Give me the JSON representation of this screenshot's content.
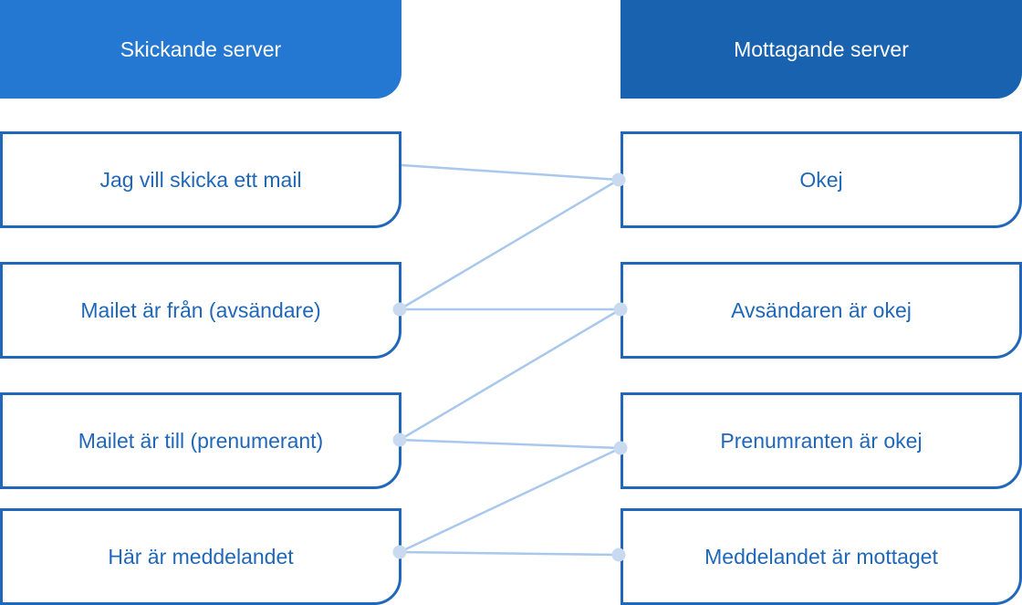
{
  "sending_server": {
    "title": "Skickande server",
    "messages": [
      "Jag vill skicka ett mail",
      "Mailet är från (avsändare)",
      "Mailet är till (prenumerant)",
      "Här är meddelandet"
    ]
  },
  "receiving_server": {
    "title": "Mottagande server",
    "messages": [
      "Okej",
      "Avsändaren är okej",
      "Prenumranten är okej",
      "Meddelandet är mottaget"
    ]
  },
  "colors": {
    "header_left": "#2478d2",
    "header_right": "#1862b0",
    "box_border": "#1f67b8",
    "connector": "#a9c8ec",
    "dot": "#c9daf0"
  }
}
